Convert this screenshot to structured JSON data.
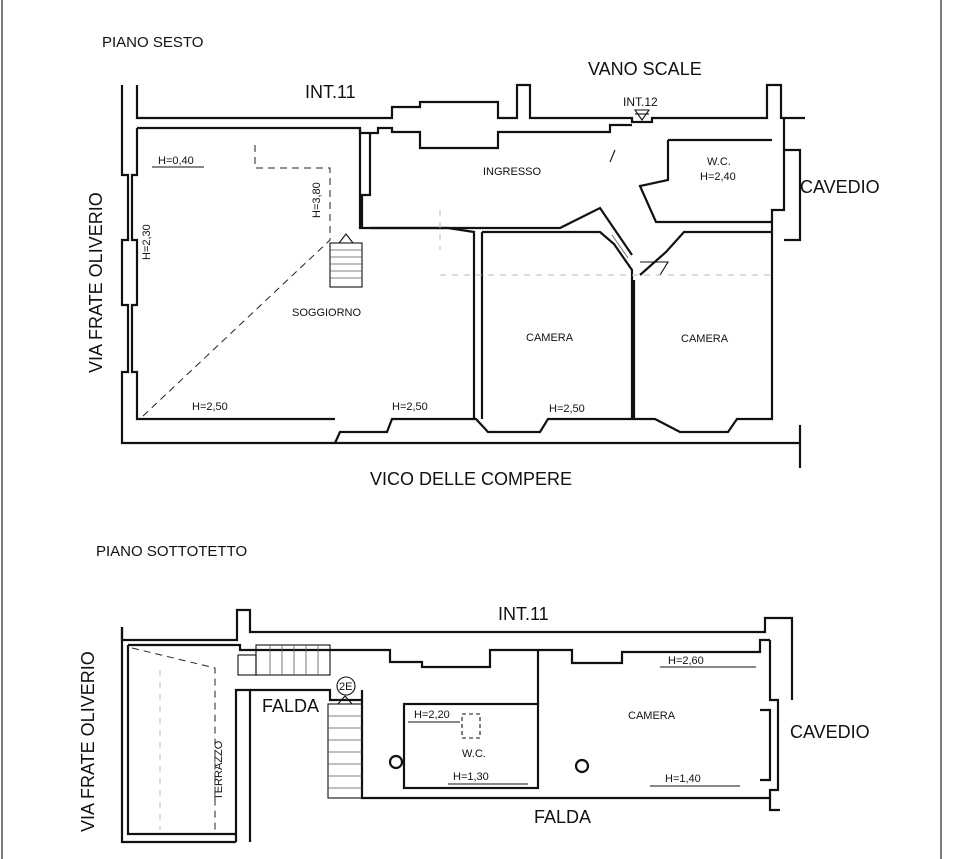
{
  "sesto": {
    "title": "PIANO SESTO",
    "int11": "INT.11",
    "vano_scale": "VANO SCALE",
    "int12": "INT.12",
    "cavedio": "CAVEDIO",
    "via": "VIA FRATE OLIVERIO",
    "vico": "VICO DELLE COMPERE",
    "ingresso": "INGRESSO",
    "soggiorno": "SOGGIORNO",
    "camera1": "CAMERA",
    "camera2": "CAMERA",
    "wc": "W.C.",
    "h_wc": "H=2,40",
    "h_040": "H=0,40",
    "h_380": "H=3,80",
    "h_230": "H=2,30",
    "h_250_a": "H=2,50",
    "h_250_b": "H=2,50",
    "h_250_c": "H=2,50"
  },
  "sottotetto": {
    "title": "PIANO SOTTOTETTO",
    "int11": "INT.11",
    "via": "VIA FRATE OLIVERIO",
    "terrazzo": "TERRAZZO",
    "falda_top": "FALDA",
    "falda_bottom": "FALDA",
    "cavedio": "CAVEDIO",
    "camera": "CAMERA",
    "wc": "W.C.",
    "h_260": "H=2,60",
    "h_220": "H=2,20",
    "h_130": "H=1,30",
    "h_140": "H=1,40",
    "stair_mark": "2E"
  }
}
